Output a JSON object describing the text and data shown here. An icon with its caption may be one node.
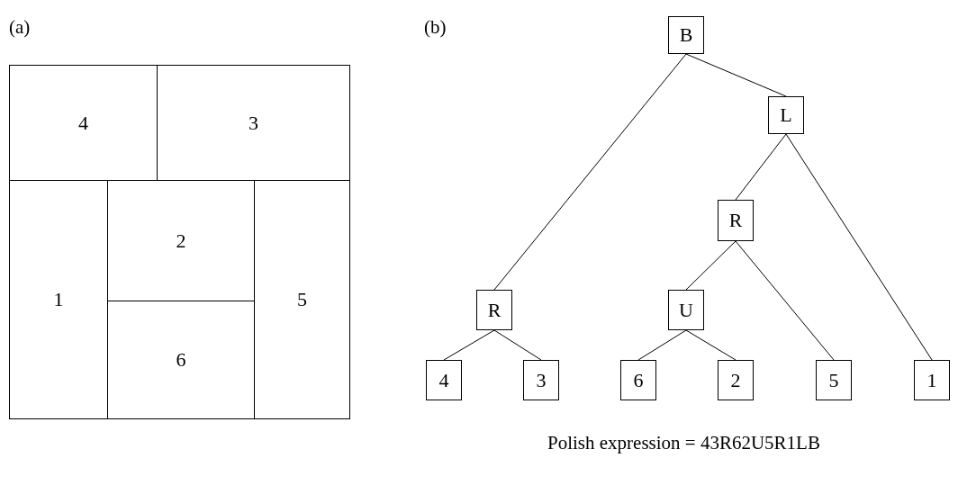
{
  "diagram": {
    "nodes": [
      {
        "text": [],
        "shape": "box"
      },
      {
        "text": [
          "4"
        ],
        "in": 0
      },
      {
        "text": [
          "3"
        ],
        "in": 0
      },
      {
        "text": [
          "1"
        ],
        "in": 0
      },
      {
        "text": [
          "2"
        ],
        "in": 0
      },
      {
        "text": [
          "6"
        ],
        "in": 0
      },
      {
        "text": [
          "5"
        ],
        "in": 0
      },
      {
        "text": [
          "B"
        ]
      },
      {
        "text": [
          "L"
        ]
      },
      {
        "text": [
          "R"
        ]
      },
      {
        "text": [
          "R"
        ]
      },
      {
        "text": [
          "U"
        ]
      },
      {
        "text": [
          "4"
        ]
      },
      {
        "text": [
          "3"
        ]
      },
      {
        "text": [
          "6"
        ]
      },
      {
        "text": [
          "2"
        ]
      },
      {
        "text": [
          "5"
        ]
      },
      {
        "text": [
          "1"
        ]
      }
    ],
    "edges": [
      {
        "from": 7,
        "to": 10,
        "arrow": "none"
      },
      {
        "from": 7,
        "to": 8,
        "arrow": "none"
      },
      {
        "from": 8,
        "to": 9,
        "arrow": "none"
      },
      {
        "from": 8,
        "to": 17,
        "arrow": "none"
      },
      {
        "from": 9,
        "to": 11,
        "arrow": "none"
      },
      {
        "from": 9,
        "to": 16,
        "arrow": "none"
      },
      {
        "from": 10,
        "to": 12,
        "arrow": "none"
      },
      {
        "from": 10,
        "to": 13,
        "arrow": "none"
      },
      {
        "from": 11,
        "to": 14,
        "arrow": "none"
      },
      {
        "from": 11,
        "to": 15,
        "arrow": "none"
      }
    ],
    "labels": [
      "(a)",
      "(b)",
      "Polish expression = 43R62U5R1LB"
    ]
  }
}
